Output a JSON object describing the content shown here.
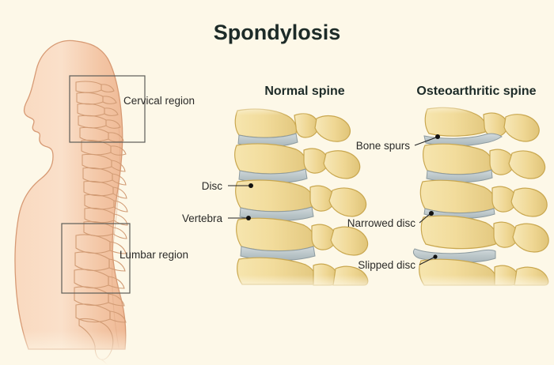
{
  "page": {
    "title": "Spondylosis",
    "background_color": "#FDF8E8"
  },
  "palette": {
    "background": "#FDF8E8",
    "skin_light": "#FBDCC4",
    "skin_mid": "#F4C6A6",
    "skin_edge": "#D79A74",
    "bone_light": "#F7E7B0",
    "bone_mid": "#EBD38D",
    "bone_edge": "#C9A74F",
    "disc": "#BFC9CC",
    "disc_edge": "#8D9BA0",
    "text": "#2a2a28",
    "title_text": "#1d2b28",
    "leader": "#222222",
    "box_stroke": "#5d5d58"
  },
  "body_figure": {
    "name": "human-profile-silhouette",
    "regions": [
      {
        "id": "cervical",
        "label": "Cervical region"
      },
      {
        "id": "lumbar",
        "label": "Lumbar region"
      }
    ]
  },
  "panels": [
    {
      "id": "normal",
      "heading": "Normal spine",
      "callouts": [
        {
          "id": "disc",
          "label": "Disc"
        },
        {
          "id": "vertebra",
          "label": "Vertebra"
        }
      ]
    },
    {
      "id": "osteoarthritic",
      "heading": "Osteoarthritic spine",
      "callouts": [
        {
          "id": "bone-spurs",
          "label": "Bone spurs"
        },
        {
          "id": "narrowed-disc",
          "label": "Narrowed disc"
        },
        {
          "id": "slipped-disc",
          "label": "Slipped disc"
        }
      ]
    }
  ]
}
